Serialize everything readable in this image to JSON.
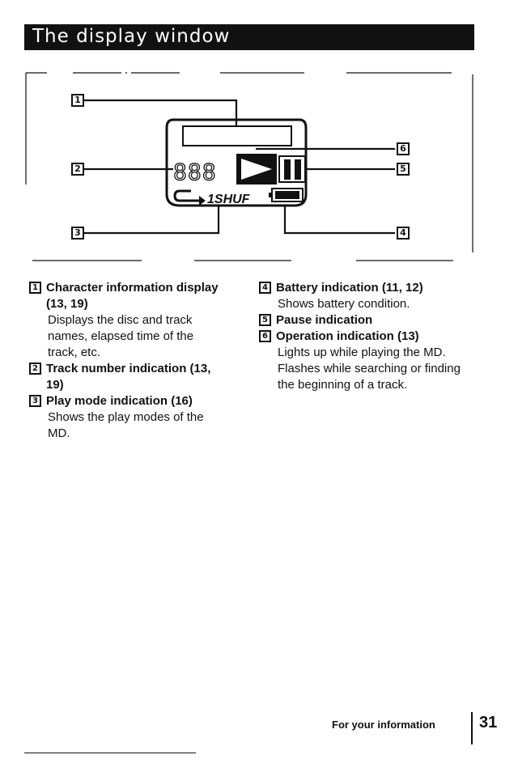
{
  "header": {
    "title": "The display window"
  },
  "diagram": {
    "labels": [
      "1",
      "2",
      "3",
      "4",
      "5",
      "6"
    ],
    "display_digits": "888",
    "mode_text": "1SHUF"
  },
  "items": [
    {
      "num": "1",
      "title": "Character information display (13, 19)",
      "desc": "Displays the disc and track names, elapsed time of the track, etc."
    },
    {
      "num": "2",
      "title": "Track number indication (13, 19)",
      "desc": ""
    },
    {
      "num": "3",
      "title": "Play mode indication (16)",
      "desc": "Shows the play modes of the MD."
    },
    {
      "num": "4",
      "title": "Battery indication (11, 12)",
      "desc": "Shows battery condition."
    },
    {
      "num": "5",
      "title": "Pause indication",
      "desc": ""
    },
    {
      "num": "6",
      "title": "Operation indication (13)",
      "desc": "Lights up while playing the MD. Flashes while searching or finding the beginning of a track."
    }
  ],
  "footer": {
    "section": "For your information",
    "page": "31"
  }
}
